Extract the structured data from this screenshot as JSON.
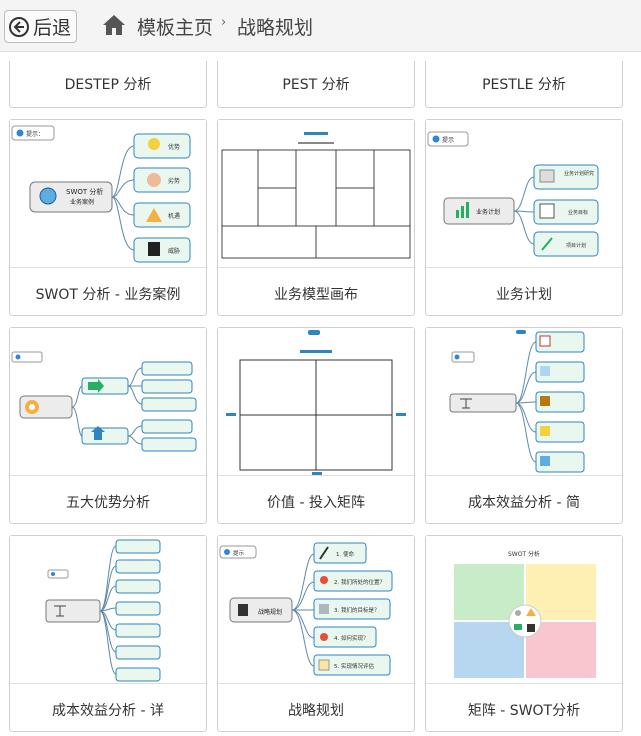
{
  "nav": {
    "back_label": "后退",
    "breadcrumb_home": "模板主页",
    "breadcrumb_sep": "›",
    "breadcrumb_current": "战略规划"
  },
  "templates": [
    {
      "title": "DESTEP 分析"
    },
    {
      "title": "PEST 分析"
    },
    {
      "title": "PESTLE 分析"
    },
    {
      "title": "SWOT 分析 - 业务案例"
    },
    {
      "title": "业务模型画布"
    },
    {
      "title": "业务计划"
    },
    {
      "title": "五大优势分析"
    },
    {
      "title": "价值 - 投入矩阵"
    },
    {
      "title": "成本效益分析 - 简"
    },
    {
      "title": "成本效益分析 - 详"
    },
    {
      "title": "战略规划"
    },
    {
      "title": "矩阵 - SWOT分析"
    }
  ],
  "thumbs": {
    "swot_case": {
      "note": "提示：",
      "center_line1": "SWOT 分析",
      "center_line2": "业务案例",
      "branches": [
        "优势",
        "劣势",
        "机遇",
        "威胁"
      ]
    },
    "business_plan": {
      "note": "提示",
      "center": "业务计划",
      "branches": [
        "业务计划研究",
        "业务目标",
        "项目计划"
      ]
    },
    "strategy_plan": {
      "note": "提示",
      "center": "战略规划",
      "branches": [
        "1. 使命",
        "2. 我们所处的位置？",
        "3. 我们的目标是？",
        "4. 如何实现？",
        "5. 实现情况评估"
      ]
    },
    "swot_matrix": {
      "heading": "SWOT 分析"
    }
  }
}
